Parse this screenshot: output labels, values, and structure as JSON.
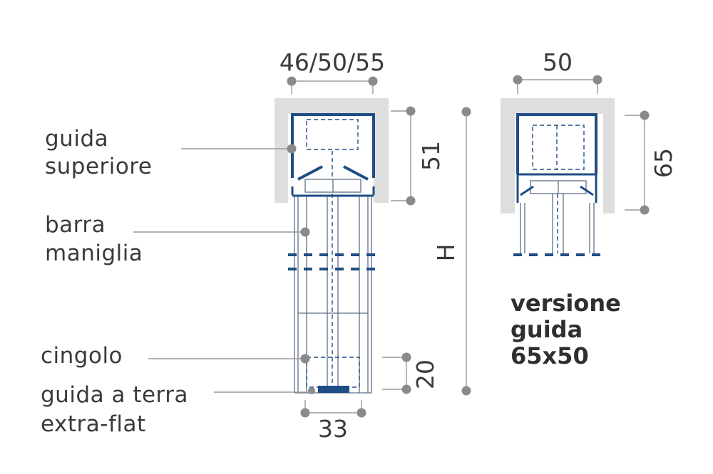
{
  "labels": {
    "top_width": "46/50/55",
    "top_height": "51",
    "overall_height": "H",
    "bottom_height": "20",
    "bottom_width": "33",
    "guida_superiore": [
      "guida",
      "superiore"
    ],
    "barra_maniglia": [
      "barra",
      "maniglia"
    ],
    "cingolo": "cingolo",
    "guida_a_terra": [
      "guida a terra",
      "extra-flat"
    ]
  },
  "variant": {
    "width": "50",
    "height": "65",
    "title": [
      "versione",
      "guida",
      "65x50"
    ]
  },
  "colors": {
    "profile": "#1f4d85",
    "housing": "#dedede",
    "dimension": "#8a8a8a",
    "text": "#3a3a3a"
  }
}
